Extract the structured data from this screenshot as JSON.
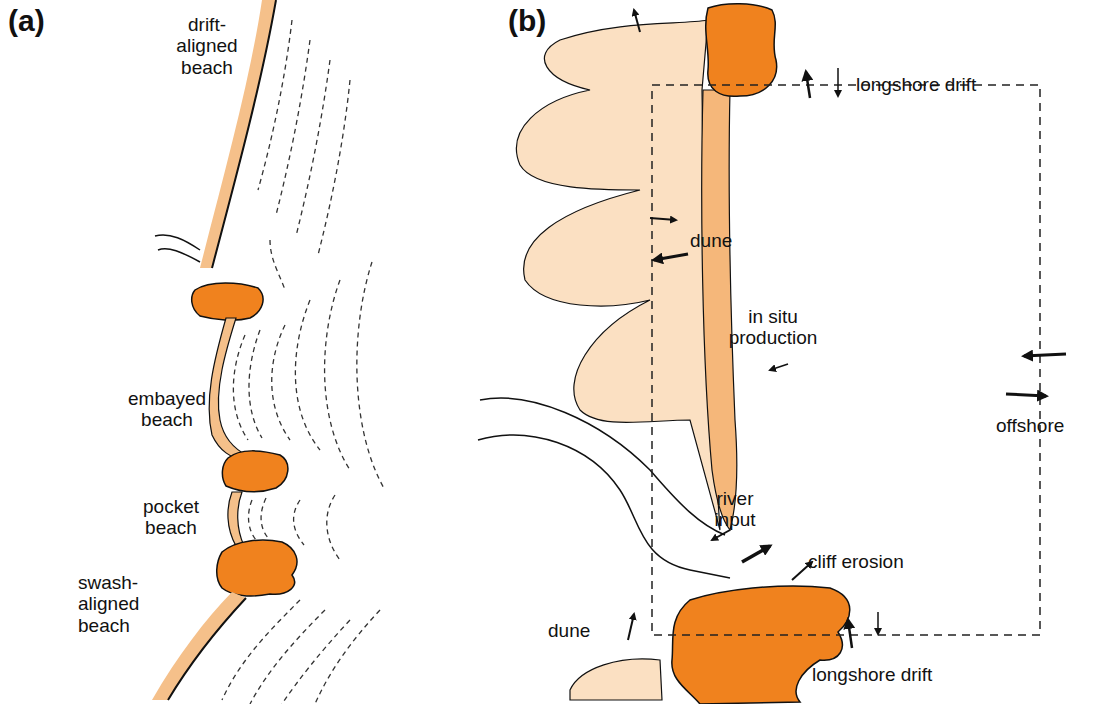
{
  "diagram": {
    "labels": [
      "(a)",
      "(b)",
      "drift-aligned beach",
      "embayed beach",
      "pocket beach",
      "swash-aligned beach",
      "longshore drift",
      "dune",
      "in situ production",
      "offshore",
      "river input",
      "cliff erosion",
      "dune",
      "longshore drift"
    ]
  }
}
